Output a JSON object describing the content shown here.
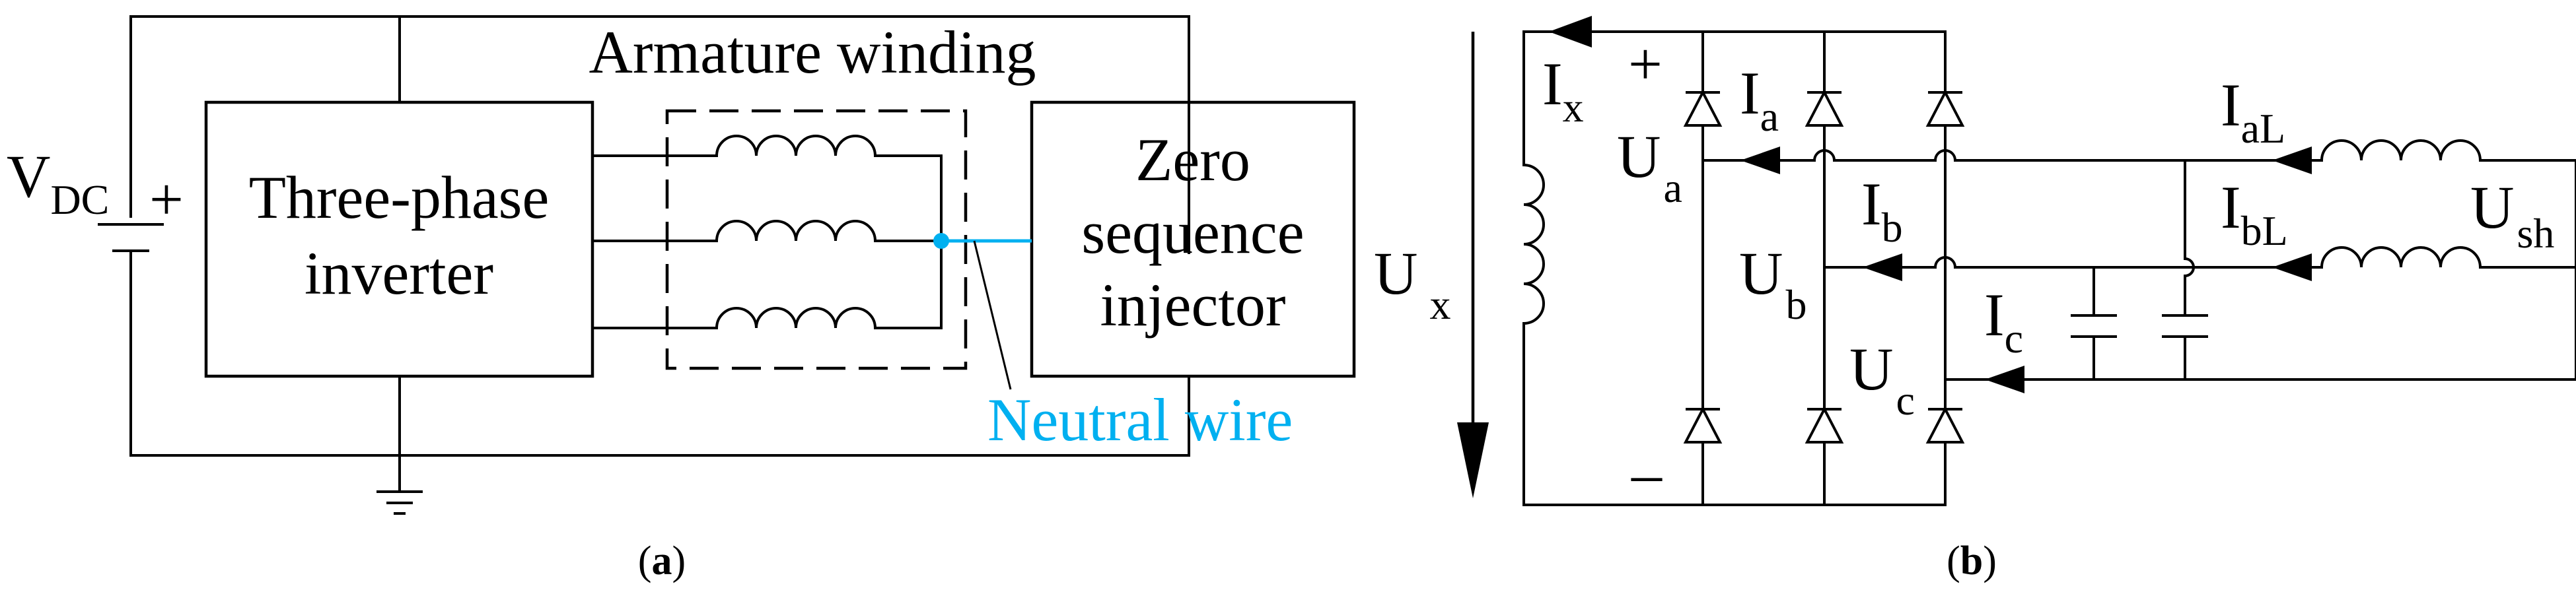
{
  "panel_a": {
    "source_label": "V",
    "source_sub": "DC",
    "source_plus": "+",
    "inverter_line1": "Three-phase",
    "inverter_line2": "inverter",
    "winding_label": "Armature winding",
    "injector_line1": "Zero",
    "injector_line2": "sequence",
    "injector_line3": "injector",
    "neutral_label": "Neutral wire",
    "neutral_color": "#00b0f0",
    "caption_open": "(",
    "caption_letter": "a",
    "caption_close": ")"
  },
  "panel_b": {
    "ix_main": "I",
    "ix_sub": "x",
    "ux_main": "U",
    "ux_sub": "x",
    "plus": "+",
    "minus": "–",
    "ia_main": "I",
    "ia_sub": "a",
    "ib_main": "I",
    "ib_sub": "b",
    "ic_main": "I",
    "ic_sub": "c",
    "ua_main": "U",
    "ua_sub": "a",
    "ub_main": "U",
    "ub_sub": "b",
    "uc_main": "U",
    "uc_sub": "c",
    "ial_main": "I",
    "ial_sub": "aL",
    "ibl_main": "I",
    "ibl_sub": "bL",
    "ush_main": "U",
    "ush_sub": "sh",
    "caption_open": "(",
    "caption_letter": "b",
    "caption_close": ")"
  }
}
